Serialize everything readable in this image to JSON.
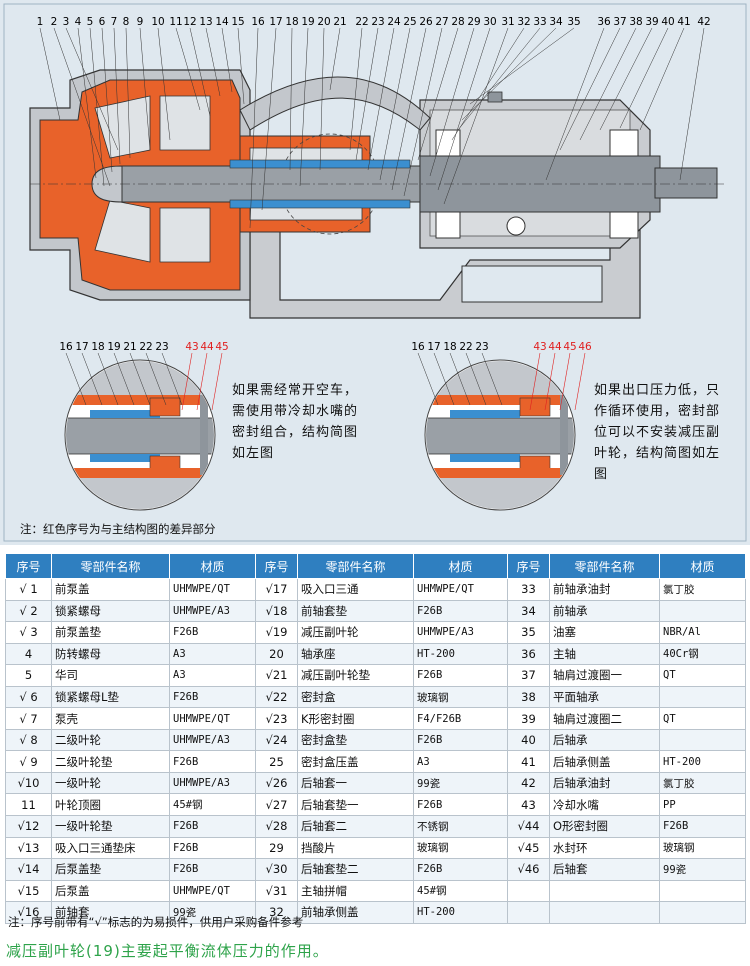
{
  "diagram": {
    "top_numbers": [
      "1",
      "2",
      "3",
      "4",
      "5",
      "6",
      "7",
      "8",
      "9",
      "10",
      "11",
      "12",
      "13",
      "14",
      "15",
      "16",
      "17",
      "18",
      "19",
      "20",
      "21",
      "22",
      "23",
      "24",
      "25",
      "26",
      "27",
      "28",
      "29",
      "30",
      "31",
      "32",
      "33",
      "34",
      "35",
      "36",
      "37",
      "38",
      "39",
      "40",
      "41",
      "42"
    ],
    "detail_left_numbers": [
      "16",
      "17",
      "18",
      "19",
      "21",
      "22",
      "23"
    ],
    "detail_left_red": [
      "43",
      "44",
      "45"
    ],
    "detail_right_numbers": [
      "16",
      "17",
      "18",
      "22",
      "23"
    ],
    "detail_right_red": [
      "43",
      "44",
      "45",
      "46"
    ],
    "callout_left": "如果需经常开空车，需使用带冷却水嘴的密封组合，结构简图如左图",
    "callout_right": "如果出口压力低，只作循环使用，密封部位可以不安装减压副叶轮，结构简图如左图",
    "diagram_note": "注：红色序号为与主结构图的差异部分",
    "colors": {
      "accent": "#2f7fc0",
      "liner": "#e8622a",
      "red_label": "#e02020",
      "green_note": "#2ea34a"
    }
  },
  "table": {
    "headers": [
      "序号",
      "零部件名称",
      "材质",
      "序号",
      "零部件名称",
      "材质",
      "序号",
      "零部件名称",
      "材质"
    ],
    "rows": [
      [
        [
          "√ 1",
          "前泵盖",
          "UHMWPE/QT"
        ],
        [
          "√17",
          "吸入口三通",
          "UHMWPE/QT"
        ],
        [
          "33",
          "前轴承油封",
          "氯丁胶"
        ]
      ],
      [
        [
          "√ 2",
          "锁紧螺母",
          "UHMWPE/A3"
        ],
        [
          "√18",
          "前轴套垫",
          "F26B"
        ],
        [
          "34",
          "前轴承",
          ""
        ]
      ],
      [
        [
          "√ 3",
          "前泵盖垫",
          "F26B"
        ],
        [
          "√19",
          "减压副叶轮",
          "UHMWPE/A3"
        ],
        [
          "35",
          "油塞",
          "NBR/Al"
        ]
      ],
      [
        [
          "4",
          "防转螺母",
          "A3"
        ],
        [
          "20",
          "轴承座",
          "HT-200"
        ],
        [
          "36",
          "主轴",
          "40Cr钢"
        ]
      ],
      [
        [
          "5",
          "华司",
          "A3"
        ],
        [
          "√21",
          "减压副叶轮垫",
          "F26B"
        ],
        [
          "37",
          "轴肩过渡圈一",
          "QT"
        ]
      ],
      [
        [
          "√ 6",
          "锁紧螺母L垫",
          "F26B"
        ],
        [
          "√22",
          "密封盒",
          "玻璃钢"
        ],
        [
          "38",
          "平面轴承",
          ""
        ]
      ],
      [
        [
          "√ 7",
          "泵壳",
          "UHMWPE/QT"
        ],
        [
          "√23",
          "K形密封圈",
          "F4/F26B"
        ],
        [
          "39",
          "轴肩过渡圈二",
          "QT"
        ]
      ],
      [
        [
          "√ 8",
          "二级叶轮",
          "UHMWPE/A3"
        ],
        [
          "√24",
          "密封盒垫",
          "F26B"
        ],
        [
          "40",
          "后轴承",
          ""
        ]
      ],
      [
        [
          "√ 9",
          "二级叶轮垫",
          "F26B"
        ],
        [
          "25",
          "密封盒压盖",
          "A3"
        ],
        [
          "41",
          "后轴承侧盖",
          "HT-200"
        ]
      ],
      [
        [
          "√10",
          "一级叶轮",
          "UHMWPE/A3"
        ],
        [
          "√26",
          "后轴套一",
          "99瓷"
        ],
        [
          "42",
          "后轴承油封",
          "氯丁胶"
        ]
      ],
      [
        [
          "11",
          "叶轮顶圈",
          "45#钢"
        ],
        [
          "√27",
          "后轴套垫一",
          "F26B"
        ],
        [
          "43",
          "冷却水嘴",
          "PP"
        ]
      ],
      [
        [
          "√12",
          "一级叶轮垫",
          "F26B"
        ],
        [
          "√28",
          "后轴套二",
          "不锈钢"
        ],
        [
          "√44",
          "O形密封圈",
          "F26B"
        ]
      ],
      [
        [
          "√13",
          "吸入口三通垫床",
          "F26B"
        ],
        [
          "29",
          "挡酸片",
          "玻璃钢"
        ],
        [
          "√45",
          "水封环",
          "玻璃钢"
        ]
      ],
      [
        [
          "√14",
          "后泵盖垫",
          "F26B"
        ],
        [
          "√30",
          "后轴套垫二",
          "F26B"
        ],
        [
          "√46",
          "后轴套",
          "99瓷"
        ]
      ],
      [
        [
          "√15",
          "后泵盖",
          "UHMWPE/QT"
        ],
        [
          "√31",
          "主轴拼帽",
          "45#钢"
        ],
        [
          "",
          "",
          " "
        ]
      ],
      [
        [
          "√16",
          "前轴套",
          "99瓷"
        ],
        [
          "32",
          "前轴承侧盖",
          "HT-200"
        ],
        [
          "",
          "",
          ""
        ]
      ]
    ],
    "note": "注：序号前带有“√”标志的为易损件，供用户采购备件参考"
  },
  "bottom_note": "减压副叶轮(19)主要起平衡流体压力的作用。"
}
